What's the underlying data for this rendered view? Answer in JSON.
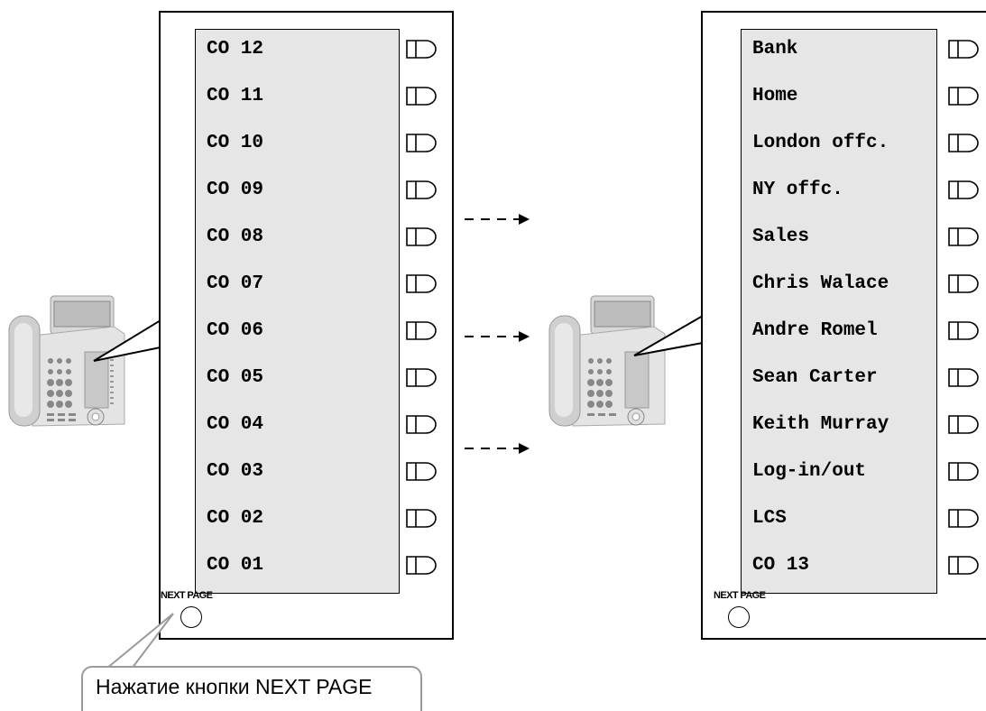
{
  "left_panel": {
    "rows": [
      "CO 12",
      "CO 11",
      "CO 10",
      "CO 09",
      "CO 08",
      "CO 07",
      "CO 06",
      "CO 05",
      "CO 04",
      "CO 03",
      "CO 02",
      "CO 01"
    ],
    "next_page_label": "NEXT PAGE"
  },
  "right_panel": {
    "rows": [
      "Bank",
      "Home",
      "London offc.",
      "NY offc.",
      "Sales",
      "Chris Walace",
      "Andre Romel",
      "Sean Carter",
      "Keith Murray",
      "Log-in/out",
      "LCS",
      "CO 13"
    ],
    "next_page_label": "NEXT PAGE"
  },
  "callout": {
    "text": "Нажатие кнопки NEXT PAGE"
  },
  "icons": {
    "phone": "desk-phone-icon",
    "key": "flexible-key-icon",
    "button": "next-page-button",
    "arrow": "dashed-arrow-icon"
  },
  "colors": {
    "lcd_background": "#e6e6e6",
    "callout_border": "#9a9a9a"
  }
}
